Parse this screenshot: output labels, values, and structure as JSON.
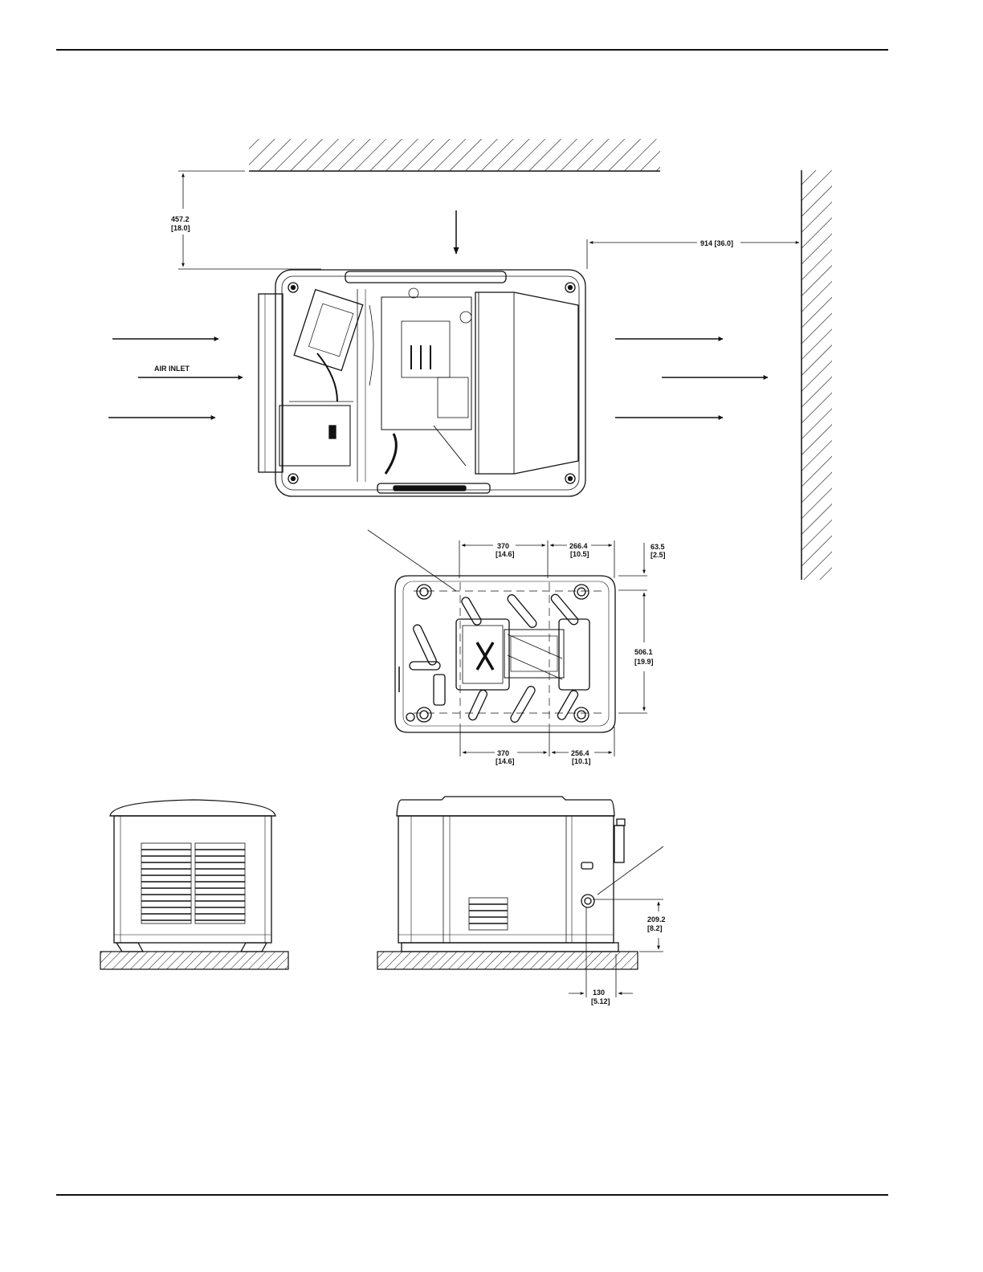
{
  "labels": {
    "air_inlet": "AIR INLET"
  },
  "dimensions": {
    "top_clearance_mm": "457.2",
    "top_clearance_in": "[18.0]",
    "side_clearance": "914  [36.0]",
    "base_top_left_mm": "370",
    "base_top_left_in": "[14.6]",
    "base_top_right_mm": "266.4",
    "base_top_right_in": "[10.5]",
    "base_offset_mm": "63.5",
    "base_offset_in": "[2.5]",
    "base_depth_mm": "506.1",
    "base_depth_in": "[19.9]",
    "base_bottom_left_mm": "370",
    "base_bottom_left_in": "[14.6]",
    "base_bottom_right_mm": "256.4",
    "base_bottom_right_in": "[10.1]",
    "fuel_height_mm": "209.2",
    "fuel_height_in": "[8.2]",
    "fuel_offset_mm": "130",
    "fuel_offset_in": "[5.12]"
  },
  "colors": {
    "line": "#111111",
    "background": "#ffffff"
  },
  "icons": [
    "arrow-right-icon",
    "arrow-down-icon",
    "hatch-pattern"
  ]
}
